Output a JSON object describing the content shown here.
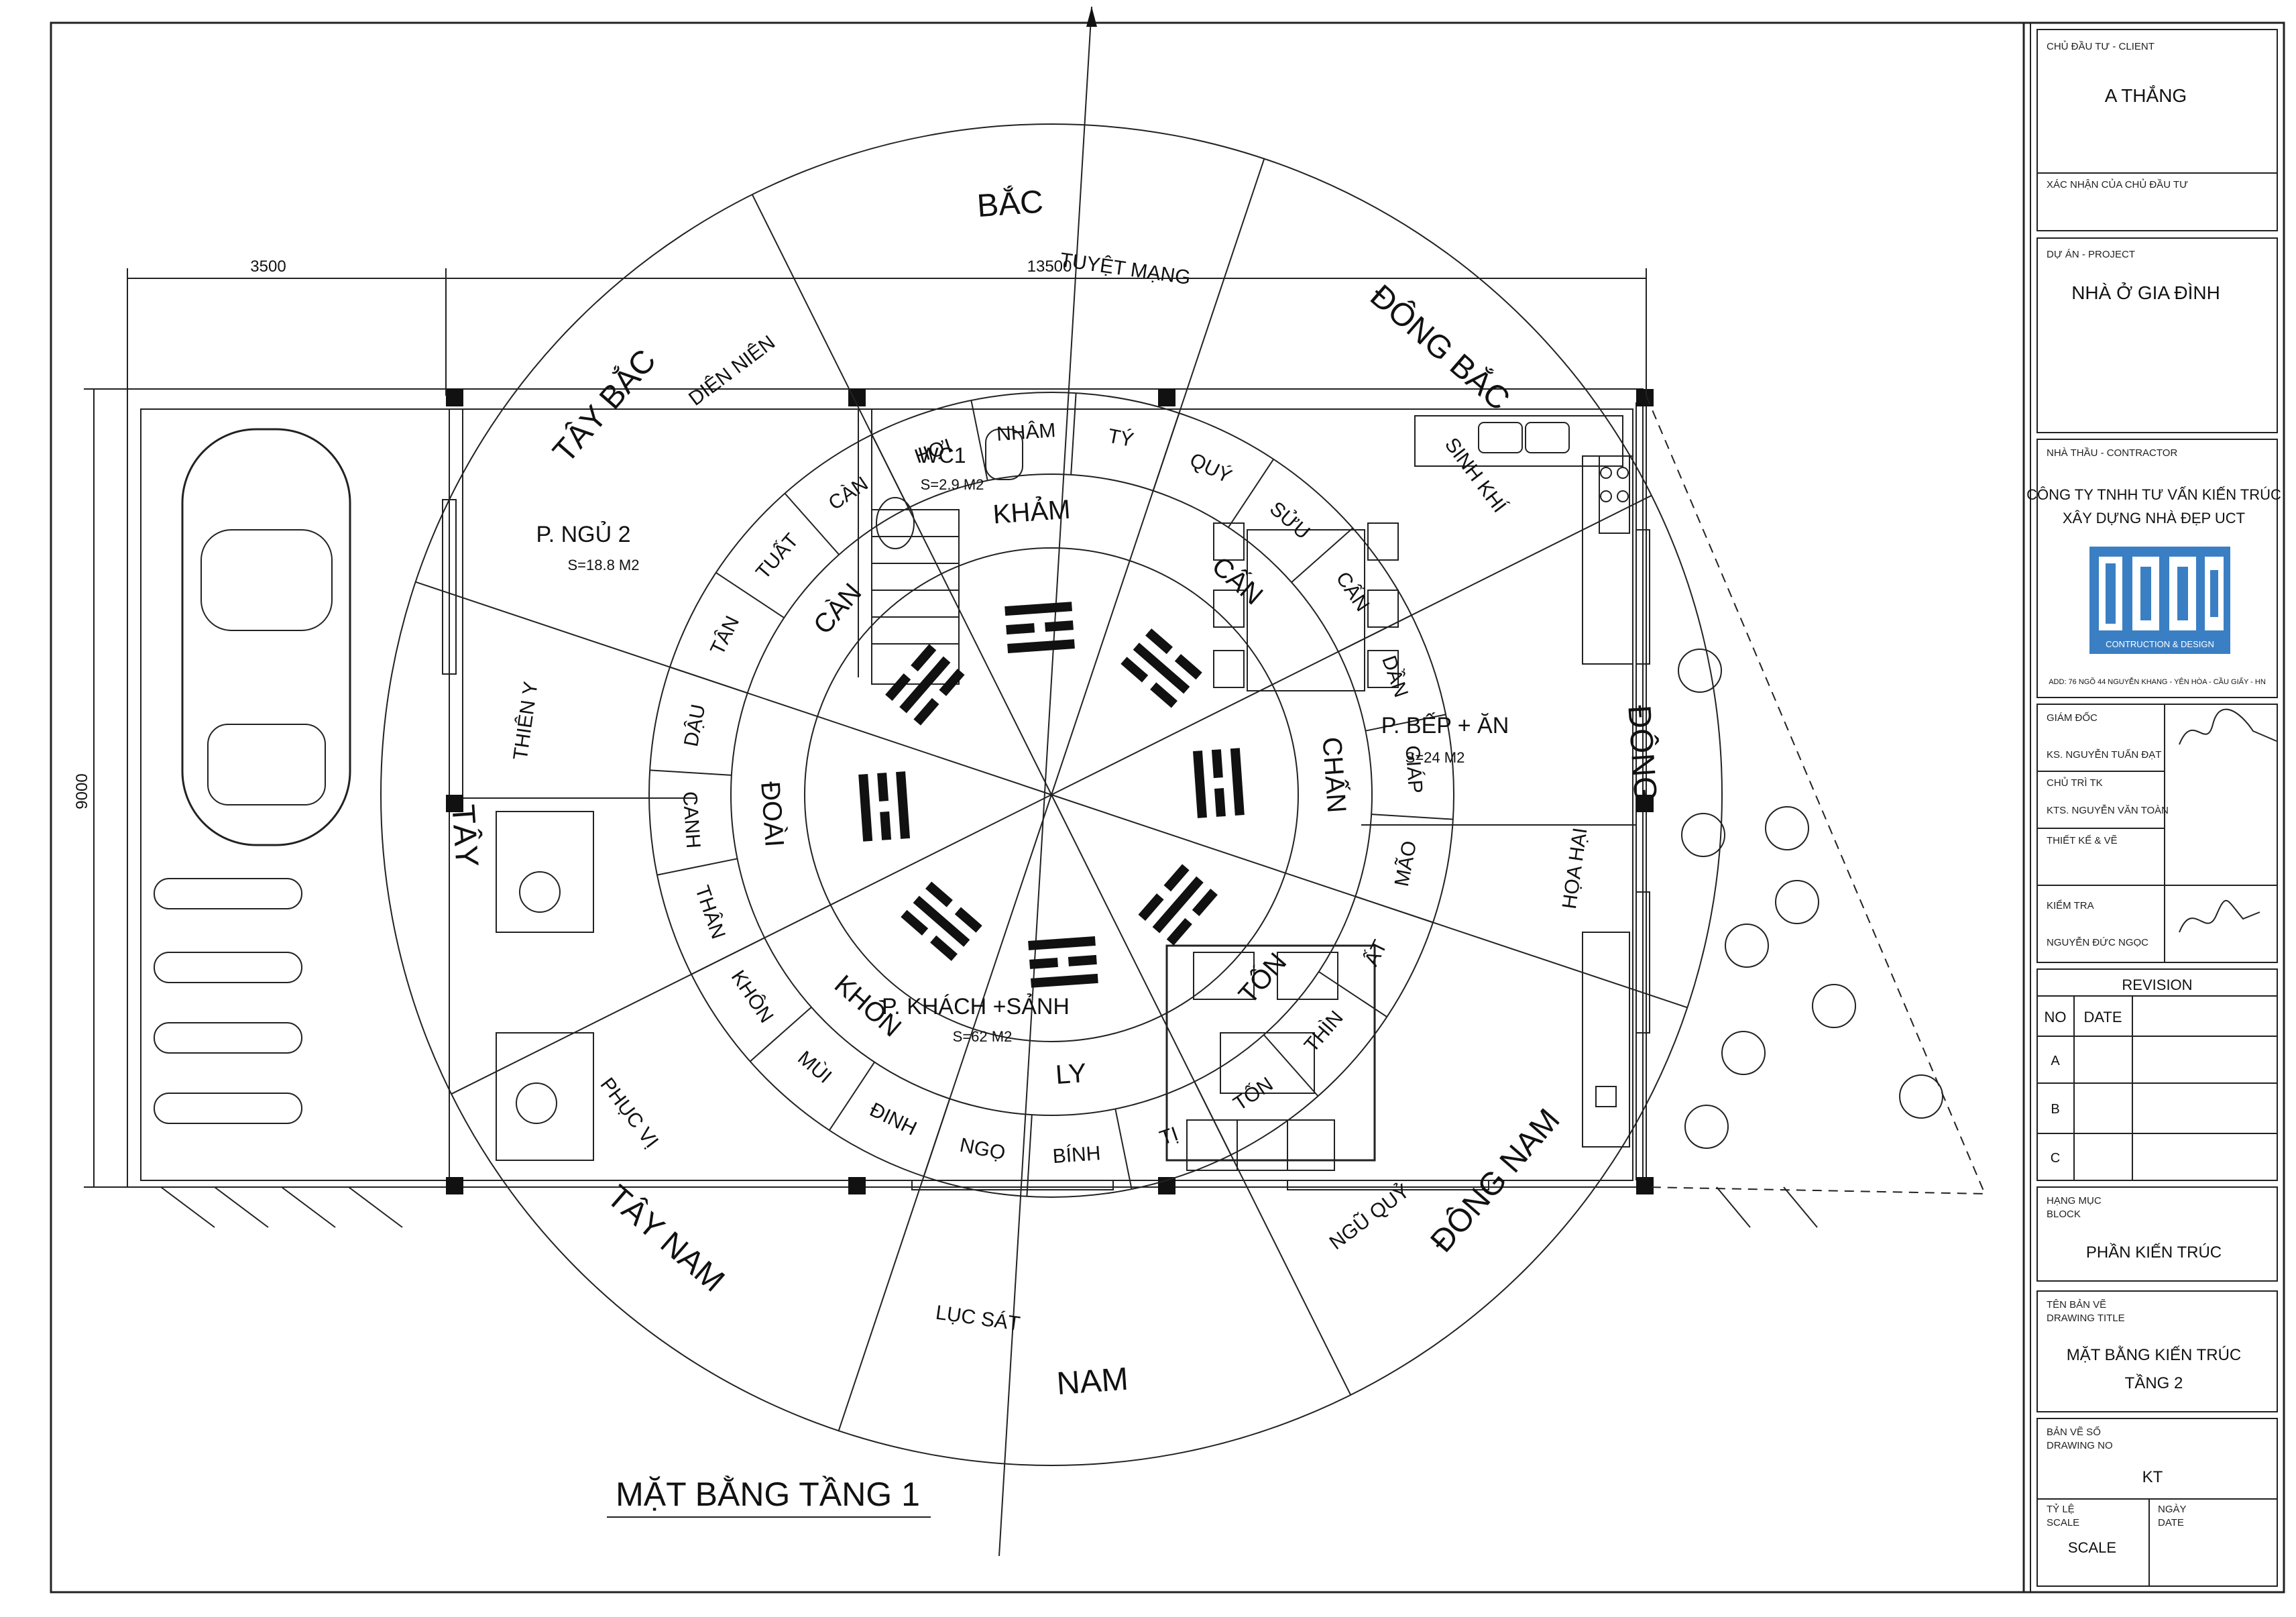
{
  "plan": {
    "title": "MẶT BẰNG TẦNG 1",
    "dim_width_left": "3500",
    "dim_width_top": "13500",
    "dim_height": "9000",
    "rooms": [
      {
        "name": "P. NGỦ 2",
        "area": "S=18.8 M2"
      },
      {
        "name": "WC1",
        "area": "S=2.9 M2"
      },
      {
        "name": "P. BẾP + ĂN",
        "area": "S=24 M2"
      },
      {
        "name": "P. KHÁCH +SẢNH",
        "area": "S=62 M2"
      }
    ]
  },
  "compass": {
    "directions": [
      "BẮC",
      "ĐÔNG BẮC",
      "ĐÔNG",
      "ĐÔNG NAM",
      "NAM",
      "TÂY NAM",
      "TÂY",
      "TÂY BẮC"
    ],
    "stars": [
      "TUYỆT MẠNG",
      "SINH KHÍ",
      "HỌA HẠI",
      "NGŨ QUỶ",
      "LỤC SÁT",
      "PHỤC VỊ",
      "THIÊN Y",
      "DIÊN NIÊN"
    ],
    "trigrams": [
      "KHẢM",
      "CẤN",
      "CHẤN",
      "TỐN",
      "LY",
      "KHÔN",
      "ĐOÀI",
      "CÀN"
    ],
    "mountains": [
      "HỢI",
      "NHÂM",
      "TÝ",
      "QUÝ",
      "SỬU",
      "CẤN",
      "DẦN",
      "GIÁP",
      "MÃO",
      "ẤT",
      "THÌN",
      "TỐN",
      "TỊ",
      "BÍNH",
      "NGỌ",
      "ĐINH",
      "MÙI",
      "KHÔN",
      "THÂN",
      "CANH",
      "DẬU",
      "TÂN",
      "TUẤT",
      "CÀN"
    ]
  },
  "title_block": {
    "client_label": "CHỦ ĐẦU TƯ - CLIENT",
    "client": "A THẮNG",
    "confirm_label": "XÁC NHẬN CỦA CHỦ ĐẦU TƯ",
    "project_label": "DỰ ÁN - PROJECT",
    "project": "NHÀ Ở GIA ĐÌNH",
    "contractor_label": "NHÀ THẦU - CONTRACTOR",
    "contractor_1": "CÔNG TY TNHH TƯ VẤN KIẾN TRÚC",
    "contractor_2": "XÂY DỰNG NHÀ ĐẸP UCT",
    "logo_sub": "CONTRUCTION & DESIGN",
    "address": "ADD: 76 NGÕ 44 NGUYỄN KHANG - YÊN HÒA - CẦU GIẤY - HN",
    "director_label": "GIÁM ĐỐC",
    "director": "KS. NGUYỄN TUẤN ĐẠT",
    "chief_label": "CHỦ TRÌ TK",
    "chief": "KTS. NGUYỄN VĂN TOÀN",
    "designer_label": "THIẾT KẾ & VẼ",
    "checker_label": "KIỂM TRA",
    "checker": "NGUYỄN ĐỨC NGỌC",
    "revision_label": "REVISION",
    "rev_no": "NO",
    "rev_date": "DATE",
    "rev_rows": [
      "A",
      "B",
      "C"
    ],
    "block_label_1": "HẠNG MỤC",
    "block_label_2": "BLOCK",
    "block": "PHẦN KIẾN TRÚC",
    "drawing_title_label_1": "TÊN BẢN VẼ",
    "drawing_title_label_2": "DRAWING TITLE",
    "drawing_title_1": "MẶT BẰNG KIẾN TRÚC",
    "drawing_title_2": "TẦNG 2",
    "drawing_no_label_1": "BẢN VẼ SỐ",
    "drawing_no_label_2": "DRAWING NO",
    "drawing_no": "KT",
    "scale_label_1": "TỶ LỆ",
    "scale_label_2": "SCALE",
    "scale": "SCALE",
    "date_label_1": "NGÀY",
    "date_label_2": "DATE"
  }
}
